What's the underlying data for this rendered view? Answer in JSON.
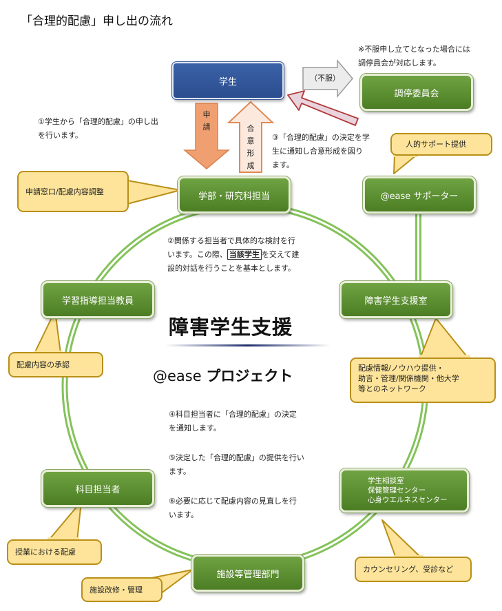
{
  "title": "「合理的配慮」申し出の流れ",
  "top_note": [
    "※不服申し立てとなった場合には",
    "調停員会が対応します。"
  ],
  "nodes": {
    "student": "学生",
    "mediation": "調停委員会",
    "department": "学部・研究科担当",
    "supporter": "@ease サポーター",
    "guidance_teacher": "学習指導担当教員",
    "support_office": "障害学生支援室",
    "subject_teacher": "科目担当者",
    "counseling": [
      "学生相談室",
      "保健管理センター",
      "心身ウエルネスセンター"
    ],
    "facilities": "施設等管理部門"
  },
  "arrows": {
    "objection": "（不服）",
    "apply": "申請",
    "consensus": "合意形成"
  },
  "steps": {
    "step1": [
      "①学生から「合理的配慮」の申し出",
      "を行います。"
    ],
    "step2": [
      "②関係する担当者で具体的な検討を行",
      "います。この際、",
      "当該学生",
      "を交えて建",
      "設的対話を行うことを基本とします。"
    ],
    "step3": [
      "③「合理的配慮」の決定を学",
      "生に通知し合意形成を図り",
      "ます。"
    ],
    "step4": [
      "④科目担当者に「合理的配慮」の決定",
      "を通知します。"
    ],
    "step5": [
      "⑤決定した「合理的配慮」の提供を行い",
      "ます。"
    ],
    "step6": [
      "⑥必要に応じて配慮内容の見直しを行",
      "います。"
    ]
  },
  "callouts": {
    "application_desk": "申請窓口/配慮内容調整",
    "human_support": "人的サポート提供",
    "approval": "配慮内容の承認",
    "network": [
      "配慮情報/ノウハウ提供・",
      "助言・管理/関係機関・他大学",
      "等とのネットワーク"
    ],
    "class_care": "授業における配慮",
    "counseling_care": "カウンセリング、受診など",
    "facility_repair": "施設改修・管理"
  },
  "center": {
    "heading": "障害学生支援",
    "project_prefix": "@ease ",
    "project_suffix": "プロジェクト"
  },
  "colors": {
    "node_green": "#5a8f30",
    "node_blue": "#2f55a0",
    "callout_fill": "#fde49a",
    "callout_border": "#b88f18",
    "arrow_orange": "#f0a070",
    "arrow_blue_fill": "#e9d3dd",
    "ring_green": "#84c25a",
    "divider_navy": "#1d2c6b"
  }
}
